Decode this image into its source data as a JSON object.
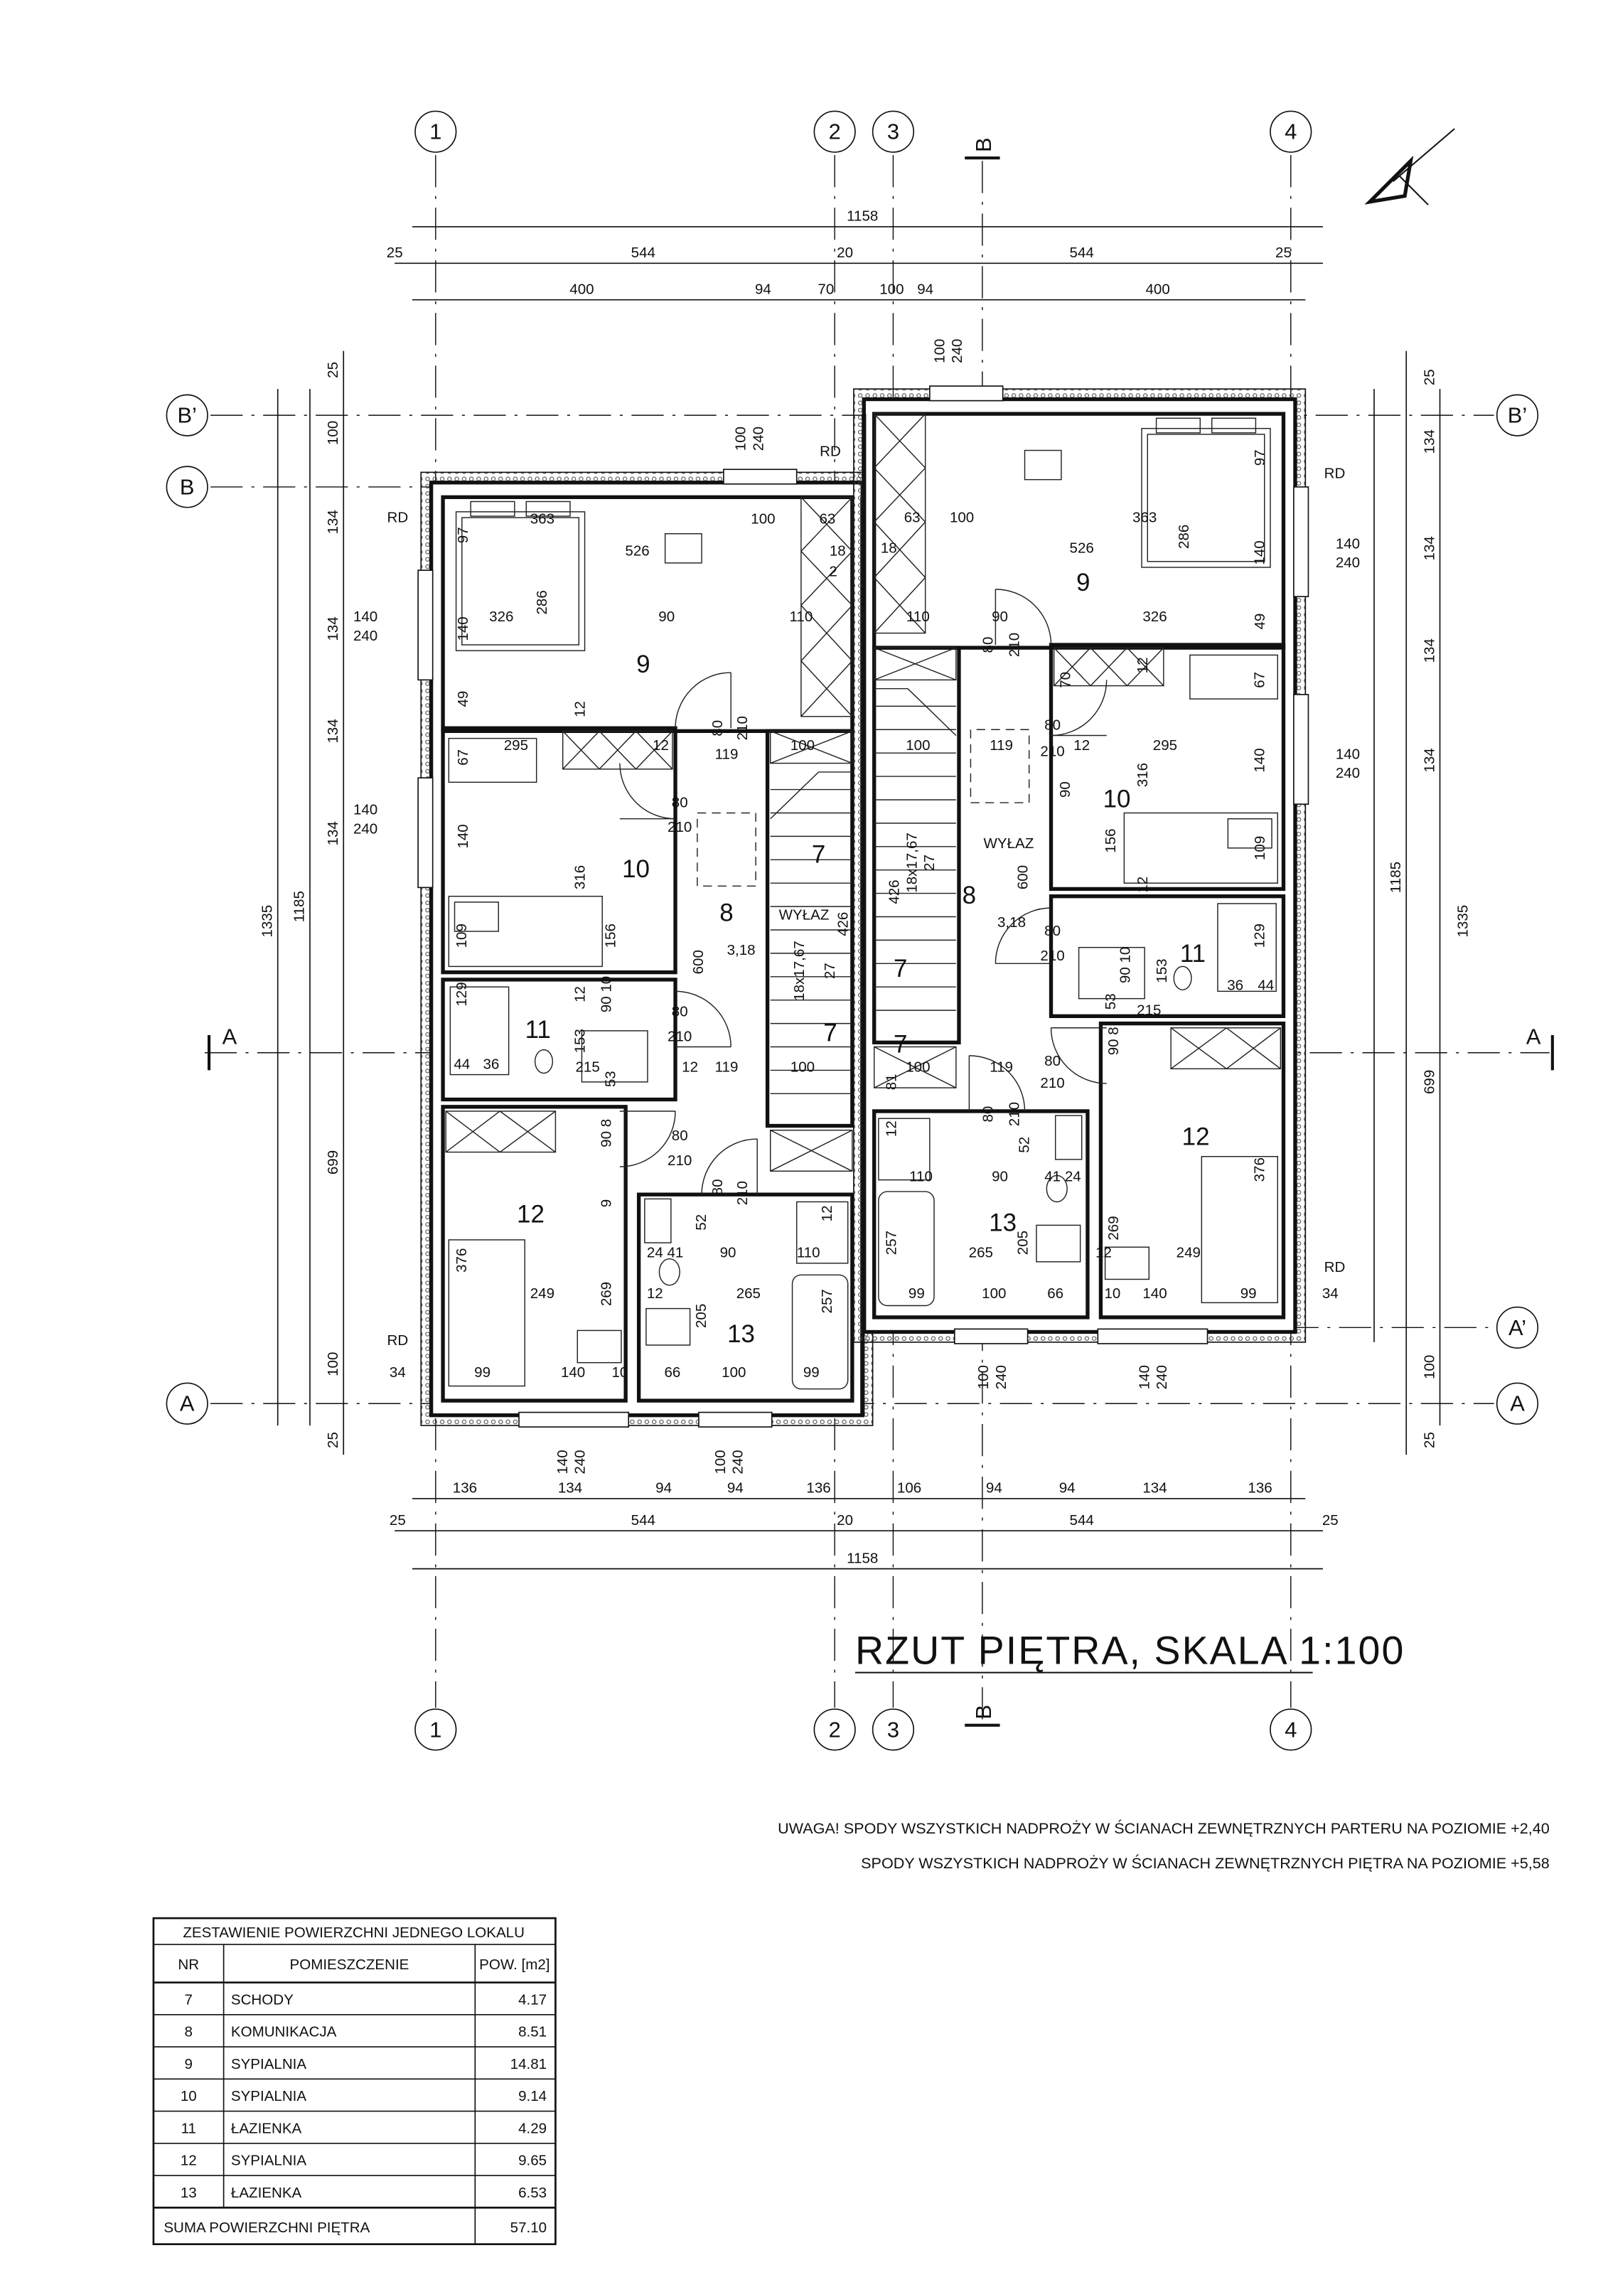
{
  "title": "RZUT PIĘTRA, SKALA 1:100",
  "notes": [
    "UWAGA! SPODY WSZYSTKICH NADPROŻY W ŚCIANACH ZEWNĘTRZNYCH PARTERU NA POZIOMIE +2,40",
    "SPODY WSZYSTKICH NADPROŻY W ŚCIANACH ZEWNĘTRZNYCH PIĘTRA NA POZIOMIE +5,58"
  ],
  "axes": {
    "v1": "1",
    "v2": "2",
    "v3": "3",
    "v4": "4",
    "hA": "A",
    "hA_prime": "A’",
    "hB": "B",
    "hB_prime": "B’"
  },
  "sections": {
    "a": "A",
    "b": "B"
  },
  "top_dims": {
    "overall": "1158",
    "row2": [
      "25",
      "544",
      "20",
      "544",
      "25"
    ],
    "row3": [
      "400",
      "94",
      "70",
      "100",
      "94",
      "400"
    ]
  },
  "bottom_dims": {
    "row1": [
      "136",
      "134",
      "94",
      "94",
      "136",
      "106",
      "94",
      "94",
      "134",
      "136"
    ],
    "row2": [
      "25",
      "544",
      "20",
      "544",
      "25"
    ],
    "overall": "1158"
  },
  "side_left": {
    "outer": "1335",
    "mid": "1185",
    "inner": [
      "25",
      "100",
      "134",
      "134",
      "134",
      "134",
      "699",
      "100",
      "25"
    ]
  },
  "side_right": {
    "outer": "1335",
    "mid": "1185",
    "inner": [
      "25",
      "134",
      "134",
      "134",
      "134",
      "699",
      "100",
      "25"
    ]
  },
  "openings": [
    {
      "w": "140",
      "h": "240"
    },
    {
      "w": "140",
      "h": "240"
    },
    {
      "w": "100",
      "h": "240"
    },
    {
      "w": "100",
      "h": "240"
    },
    {
      "w": "140",
      "h": "240"
    },
    {
      "w": "140",
      "h": "240"
    },
    {
      "w": "140",
      "h": "240"
    },
    {
      "w": "100",
      "h": "240"
    },
    {
      "w": "100",
      "h": "240"
    },
    {
      "w": "140",
      "h": "240"
    }
  ],
  "rooms_left": [
    "9",
    "10",
    "8",
    "7",
    "11",
    "12",
    "13",
    "7"
  ],
  "rooms_right": [
    "9",
    "10",
    "8",
    "7",
    "11",
    "12",
    "13",
    "7"
  ],
  "labels_left": [
    "363",
    "526",
    "100",
    "63",
    "18",
    "2",
    "286",
    "326",
    "90",
    "110",
    "97",
    "140",
    "49",
    "12",
    "80",
    "210",
    "119",
    "100",
    "295",
    "12",
    "67",
    "140",
    "316",
    "156",
    "109",
    "80",
    "210",
    "WYŁAZ",
    "3,18",
    "600",
    "426",
    "18x17,67",
    "27",
    "129",
    "44",
    "36",
    "153",
    "215",
    "53",
    "90 10",
    "12",
    "80",
    "210",
    "119",
    "100",
    "12",
    "90 8",
    "9",
    "80",
    "210",
    "52",
    "210",
    "80",
    "12",
    "110",
    "90",
    "24 41",
    "269",
    "265",
    "249",
    "376",
    "12",
    "205",
    "257",
    "99",
    "140",
    "10",
    "66",
    "100",
    "99",
    "34",
    "RD",
    "RD",
    "RD"
  ],
  "labels_right": [
    "363",
    "526",
    "100",
    "63",
    "18",
    "286",
    "326",
    "90",
    "110",
    "97",
    "140",
    "49",
    "80",
    "210",
    "12",
    "70",
    "67",
    "119",
    "100",
    "12",
    "295",
    "80",
    "210",
    "90",
    "316",
    "140",
    "WYŁAZ",
    "3,18",
    "600",
    "426",
    "18x17,67",
    "27",
    "156",
    "109",
    "12",
    "80",
    "210",
    "90 10",
    "129",
    "153",
    "215",
    "53",
    "36",
    "44",
    "119",
    "100",
    "81",
    "80",
    "210",
    "90 8",
    "80",
    "210",
    "52",
    "12",
    "110",
    "90",
    "41 24",
    "376",
    "269",
    "257",
    "265",
    "249",
    "12",
    "205",
    "99",
    "100",
    "66",
    "10",
    "140",
    "99",
    "34",
    "RD",
    "RD"
  ],
  "area_table": {
    "title": "ZESTAWIENIE POWIERZCHNI JEDNEGO LOKALU",
    "headers": [
      "NR",
      "POMIESZCZENIE",
      "POW. [m2]"
    ],
    "rows": [
      {
        "nr": "7",
        "name": "SCHODY",
        "area": "4.17"
      },
      {
        "nr": "8",
        "name": "KOMUNIKACJA",
        "area": "8.51"
      },
      {
        "nr": "9",
        "name": "SYPIALNIA",
        "area": "14.81"
      },
      {
        "nr": "10",
        "name": "SYPIALNIA",
        "area": "9.14"
      },
      {
        "nr": "11",
        "name": "ŁAZIENKA",
        "area": "4.29"
      },
      {
        "nr": "12",
        "name": "SYPIALNIA",
        "area": "9.65"
      },
      {
        "nr": "13",
        "name": "ŁAZIENKA",
        "area": "6.53"
      }
    ],
    "total_label": "SUMA POWIERZCHNI PIĘTRA",
    "total_value": "57.10"
  }
}
